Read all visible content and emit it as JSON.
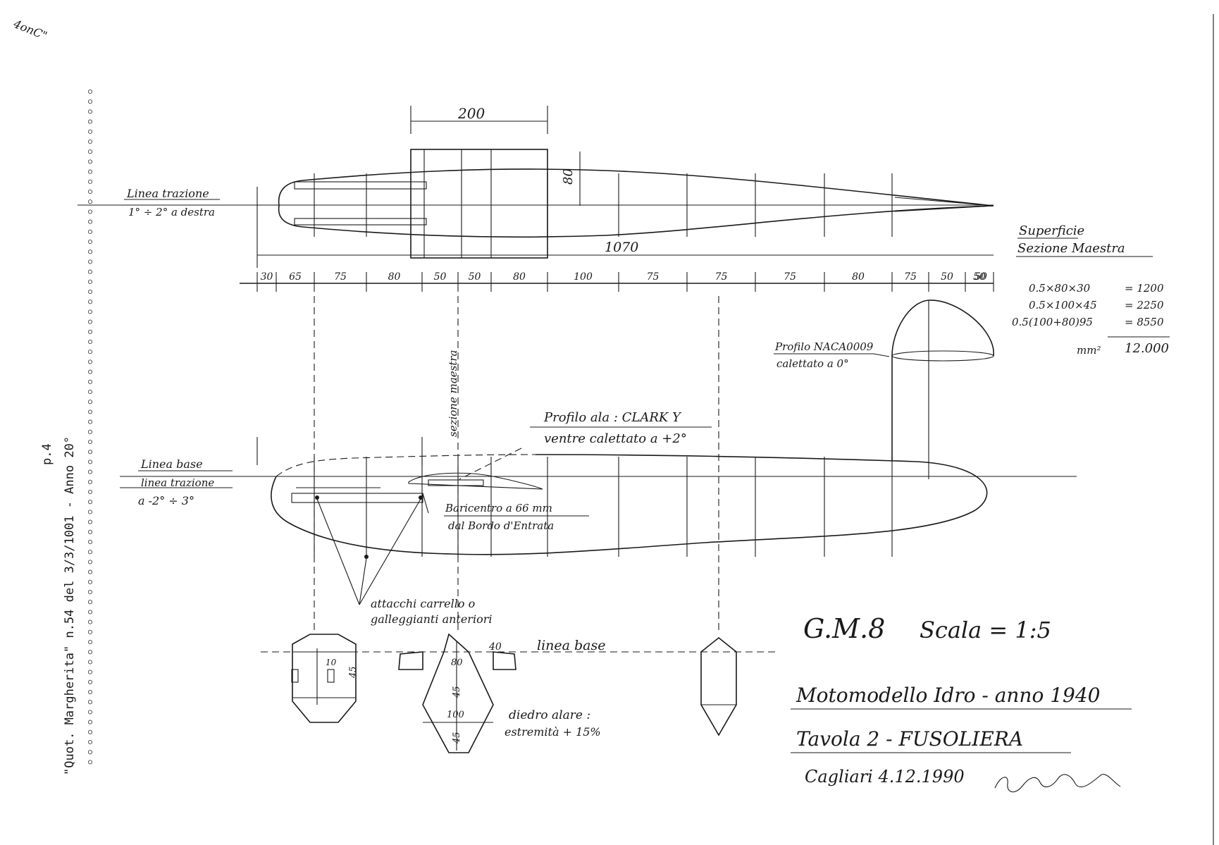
{
  "corner_note": "4onC\"",
  "page_number": "p.4",
  "source_note": "\"Quot. Margherita\" n.54 del 3/3/1001 - Anno 20°",
  "top_view": {
    "dim_200": "200",
    "dim_80": "80",
    "dim_1070": "1070",
    "thrust_label_1": "Linea trazione",
    "thrust_label_2": "1° ÷ 2° a destra"
  },
  "stations": [
    "30",
    "65",
    "75",
    "80",
    "50",
    "50",
    "80",
    "100",
    "75",
    "75",
    "75",
    "80",
    "75",
    "50",
    "50",
    "50"
  ],
  "cross_section": {
    "title_1": "Superficie",
    "title_2": "Sezione Maestra",
    "rows": [
      {
        "formula": "0.5×80×30",
        "result": "= 1200"
      },
      {
        "formula": "0.5×100×45",
        "result": "= 2250"
      },
      {
        "formula": "0.5(100+80)95",
        "result": "= 8550"
      }
    ],
    "unit": "mm²",
    "total": "12.000"
  },
  "fin_note_1": "Profilo NACA0009",
  "fin_note_2": "calettato a 0°",
  "sezione_label": "sezione maestra",
  "side_view": {
    "wing_profile_1": "Profilo ala : CLARK Y",
    "wing_profile_2": "ventre calettato a +2°",
    "base_line": "Linea base",
    "thrust_line_1": "linea trazione",
    "thrust_line_2": "a -2° ÷ 3°",
    "cg_1": "Baricentro a 66 mm",
    "cg_2": "dal Bordo d'Entrata",
    "attach_1": "attacchi carrello o",
    "attach_2": "galleggianti anteriori"
  },
  "sections": {
    "dim_10": "10",
    "dim_45a": "45",
    "dim_40": "40",
    "dim_80": "80",
    "dim_45b": "45",
    "dim_100": "100",
    "dim_45c": "45",
    "base_line": "linea base",
    "dihedral_1": "diedro alare :",
    "dihedral_2": "estremità + 15%"
  },
  "title_block": {
    "model": "G.M.8",
    "scale": "Scala = 1:5",
    "subtitle": "Motomodello Idro - anno 1940",
    "sheet": "Tavola 2 - FUSOLIERA",
    "place_date": "Cagliari 4.12.1990"
  },
  "colors": {
    "ink": "#1a1a1a",
    "paper": "#ffffff"
  }
}
